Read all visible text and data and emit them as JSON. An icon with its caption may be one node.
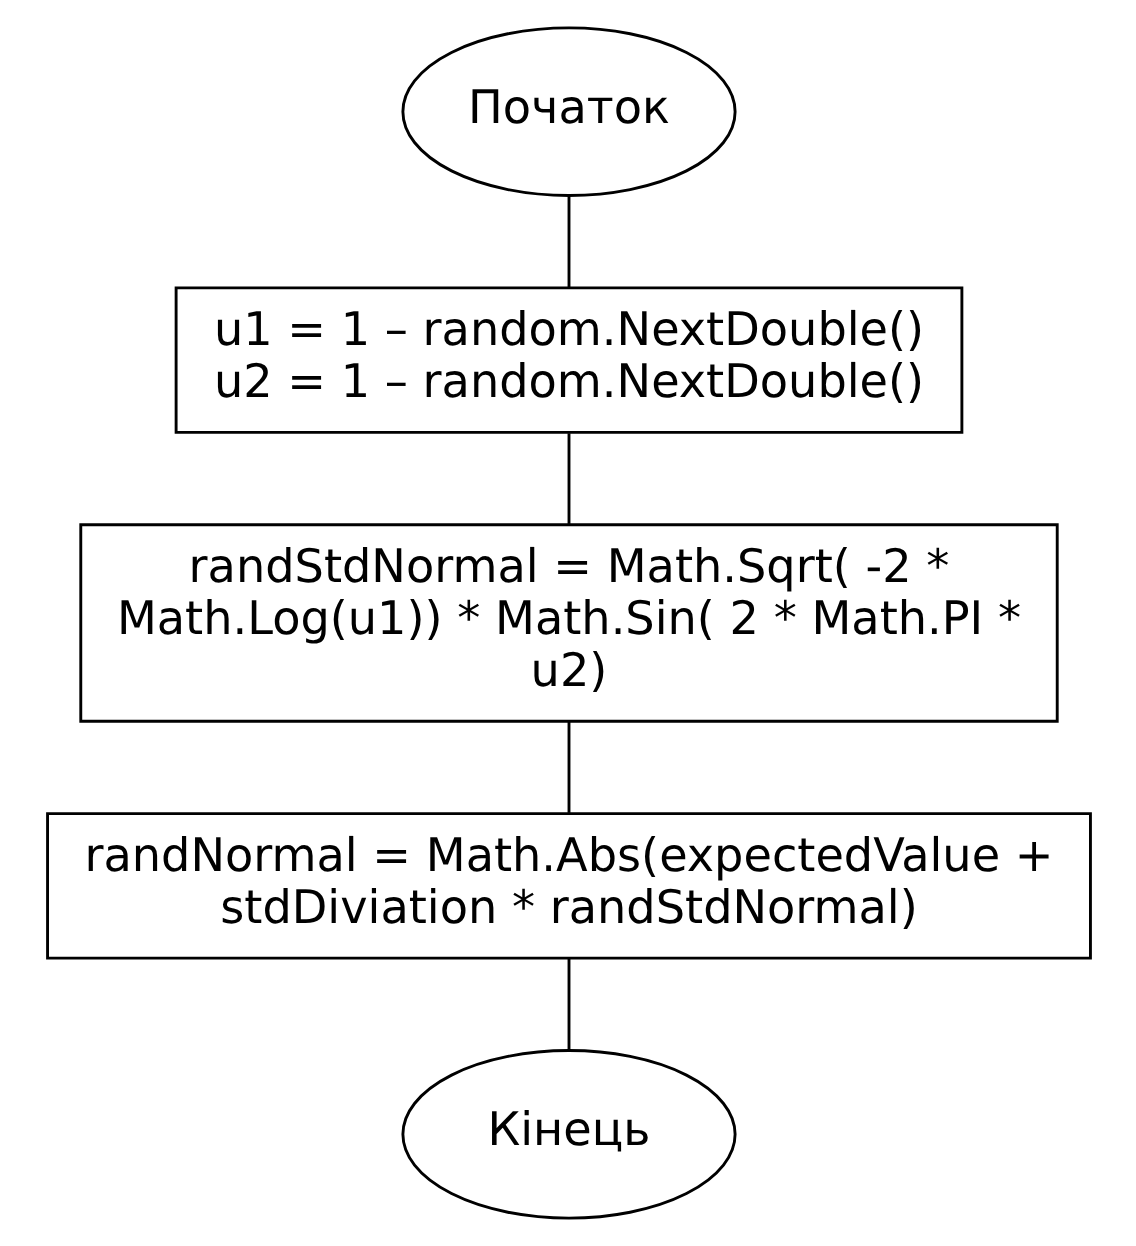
{
  "diagram": {
    "nodes": [
      {
        "text": [
          "Початок"
        ]
      },
      {
        "text": [
          "u1 = 1 – random.NextDouble()",
          "u2 = 1 – random.NextDouble()"
        ]
      },
      {
        "text": [
          "randStdNormal = Math.Sqrt( -2 * Math.Log(u1)) * Math.Sin( 2 * Math.PI * u2)"
        ]
      },
      {
        "text": [
          "randNormal = Math.Abs(expectedValue + stdDiviation * randStdNormal)"
        ]
      },
      {
        "text": [
          "Кінець"
        ]
      }
    ],
    "edges": [
      {
        "from": 0,
        "to": 1,
        "arrow": "none"
      },
      {
        "from": 1,
        "to": 2,
        "arrow": "none"
      },
      {
        "from": 2,
        "to": 3,
        "arrow": "none"
      },
      {
        "from": 3,
        "to": 4,
        "arrow": "none"
      }
    ]
  }
}
